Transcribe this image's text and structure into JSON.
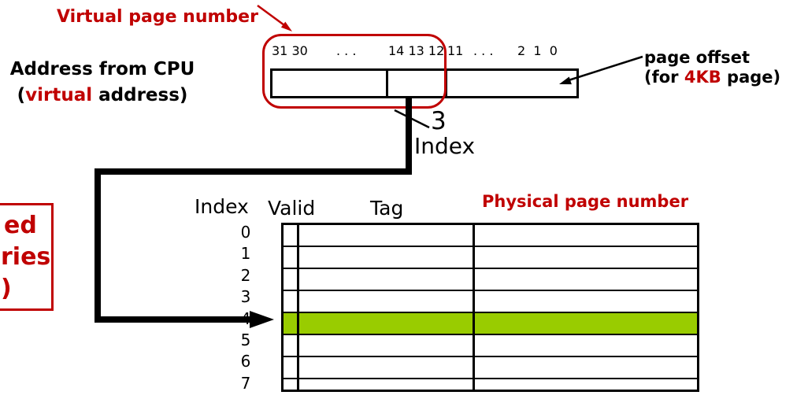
{
  "colors": {
    "accent_red": "#C00000",
    "highlight_green": "#99CC00"
  },
  "virtual_address": {
    "vpn_callout": "Virtual page number",
    "source_line1": "Address from CPU",
    "source_line2_prefix": "(",
    "source_line2_emph": "virtual",
    "source_line2_suffix": " address)",
    "bit_labels": [
      "31 30",
      ". . .",
      "14 13 12",
      "11",
      ". . .",
      "2  1  0"
    ],
    "offset_line1": "page offset",
    "offset_line2_prefix": "(for ",
    "offset_line2_emph": "4KB",
    "offset_line2_suffix": " page)"
  },
  "index_tap": {
    "bus_width": "3",
    "label": "Index"
  },
  "clipped_callout": {
    "line1": "ed",
    "line2": "ries",
    "line3": ")"
  },
  "page_table": {
    "col_headers": {
      "index": "Index",
      "valid": "Valid",
      "tag": "Tag",
      "ppn": "Physical page number"
    },
    "row_indices": [
      "0",
      "1",
      "2",
      "3",
      "4",
      "5",
      "6",
      "7"
    ],
    "highlighted_index": "4"
  }
}
